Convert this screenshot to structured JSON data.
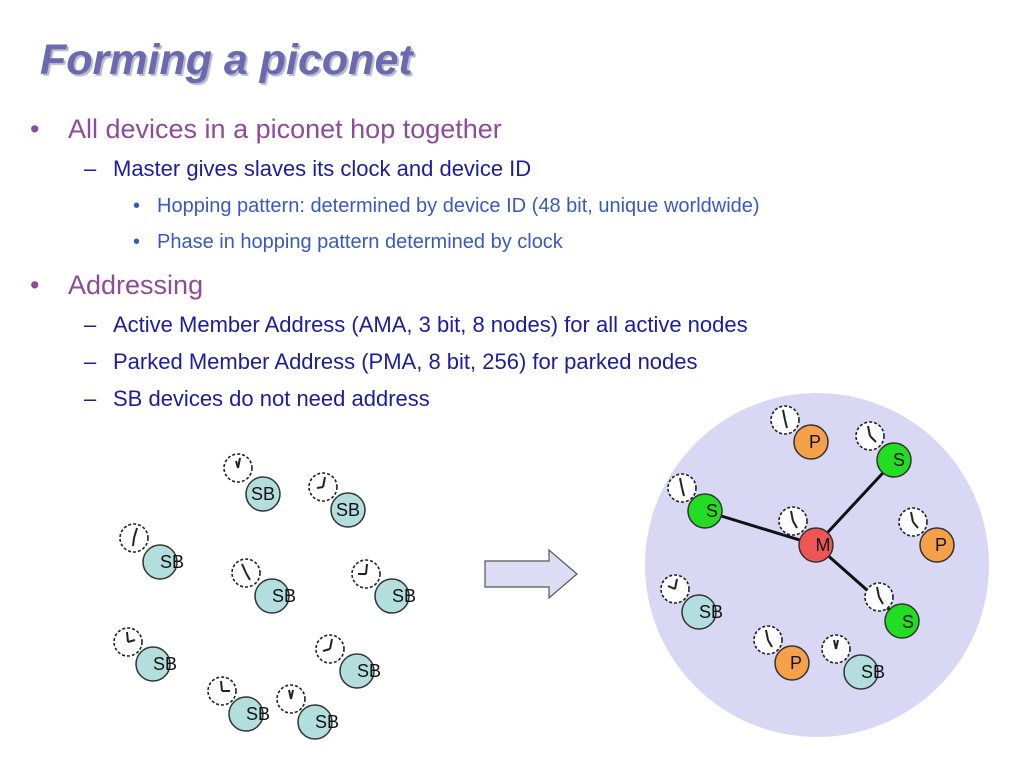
{
  "slide": {
    "title": "Forming a piconet",
    "bullets": {
      "b1": "All devices in a piconet hop together",
      "b1_1": "Master gives slaves its clock and device ID",
      "b1_1_1": "Hopping pattern: determined by device ID (48 bit, unique worldwide)",
      "b1_1_2": "Phase in hopping pattern determined by clock",
      "b2": "Addressing",
      "b2_1": "Active Member Address (AMA, 3 bit, 8 nodes) for all active nodes",
      "b2_2": "Parked Member Address (PMA, 8 bit, 256) for parked nodes",
      "b2_3": "SB devices do not need address"
    },
    "markers": {
      "bullet": "•",
      "dash": "–"
    }
  },
  "diagram": {
    "colors": {
      "sb": "#b3dede",
      "p": "#f7a04a",
      "s": "#22dd22",
      "m": "#ee5555",
      "piconet": "#d8d8f4",
      "arrow": "#dcdcf4"
    },
    "left_devices": [
      "SB",
      "SB",
      "SB",
      "SB",
      "SB",
      "SB",
      "SB",
      "SB",
      "SB"
    ],
    "piconet_devices": [
      "P",
      "S",
      "S",
      "M",
      "P",
      "SB",
      "S",
      "P",
      "SB"
    ],
    "icons": {
      "clock": "clock-icon",
      "arrow": "right-arrow-icon"
    }
  }
}
